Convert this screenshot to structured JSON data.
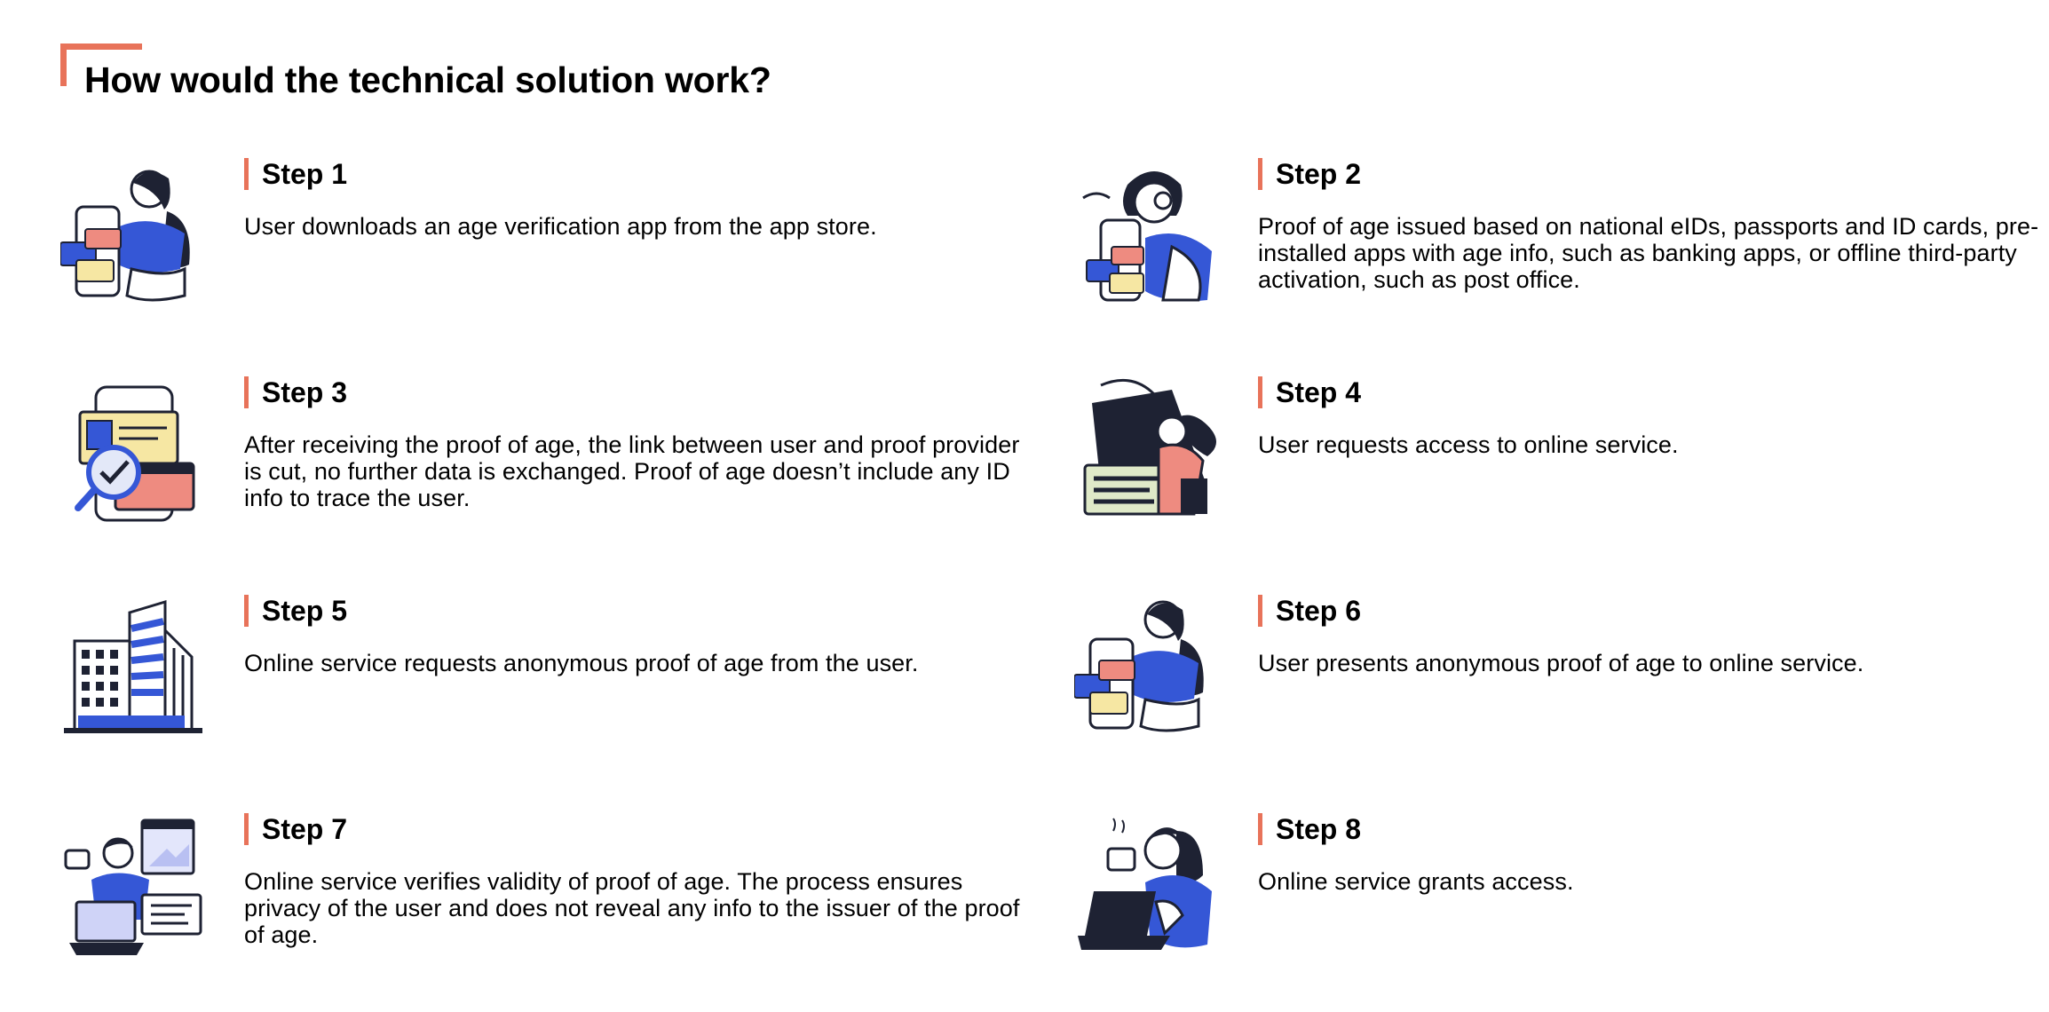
{
  "title": "How would the technical solution work?",
  "steps": [
    {
      "heading": "Step 1",
      "text": "User downloads an age verification app from the app store.",
      "icon": "woman-with-phone-and-cards-icon"
    },
    {
      "heading": "Step 2",
      "text": "Proof of age issued based on national eIDs, passports and ID cards, pre-installed apps with age info, such as banking apps, or offline third-party activation, such as post office.",
      "icon": "woman-with-glasses-and-phone-icon"
    },
    {
      "heading": "Step 3",
      "text": "After receiving the proof of age, the link between user and proof provider is cut, no further data is exchanged. Proof of age doesn’t include any ID info to trace the user.",
      "icon": "phone-id-cards-magnifier-icon"
    },
    {
      "heading": "Step 4",
      "text": "User requests access to online service.",
      "icon": "woman-with-laptop-lock-icon"
    },
    {
      "heading": "Step 5",
      "text": "Online service requests anonymous proof of age from the user.",
      "icon": "office-building-icon"
    },
    {
      "heading": "Step 6",
      "text": "User presents anonymous proof of age to online service.",
      "icon": "woman-with-phone-and-cards-icon"
    },
    {
      "heading": "Step 7",
      "text": "Online service verifies validity of proof of age. The process ensures privacy of the user and does not reveal any info to the issuer of the proof of age.",
      "icon": "man-with-laptop-and-screens-icon"
    },
    {
      "heading": "Step 8",
      "text": "Online service grants access.",
      "icon": "woman-with-coffee-and-laptop-icon"
    }
  ],
  "colors": {
    "accent": "#e8735a",
    "blue": "#3557d6",
    "dark": "#1e2233"
  }
}
